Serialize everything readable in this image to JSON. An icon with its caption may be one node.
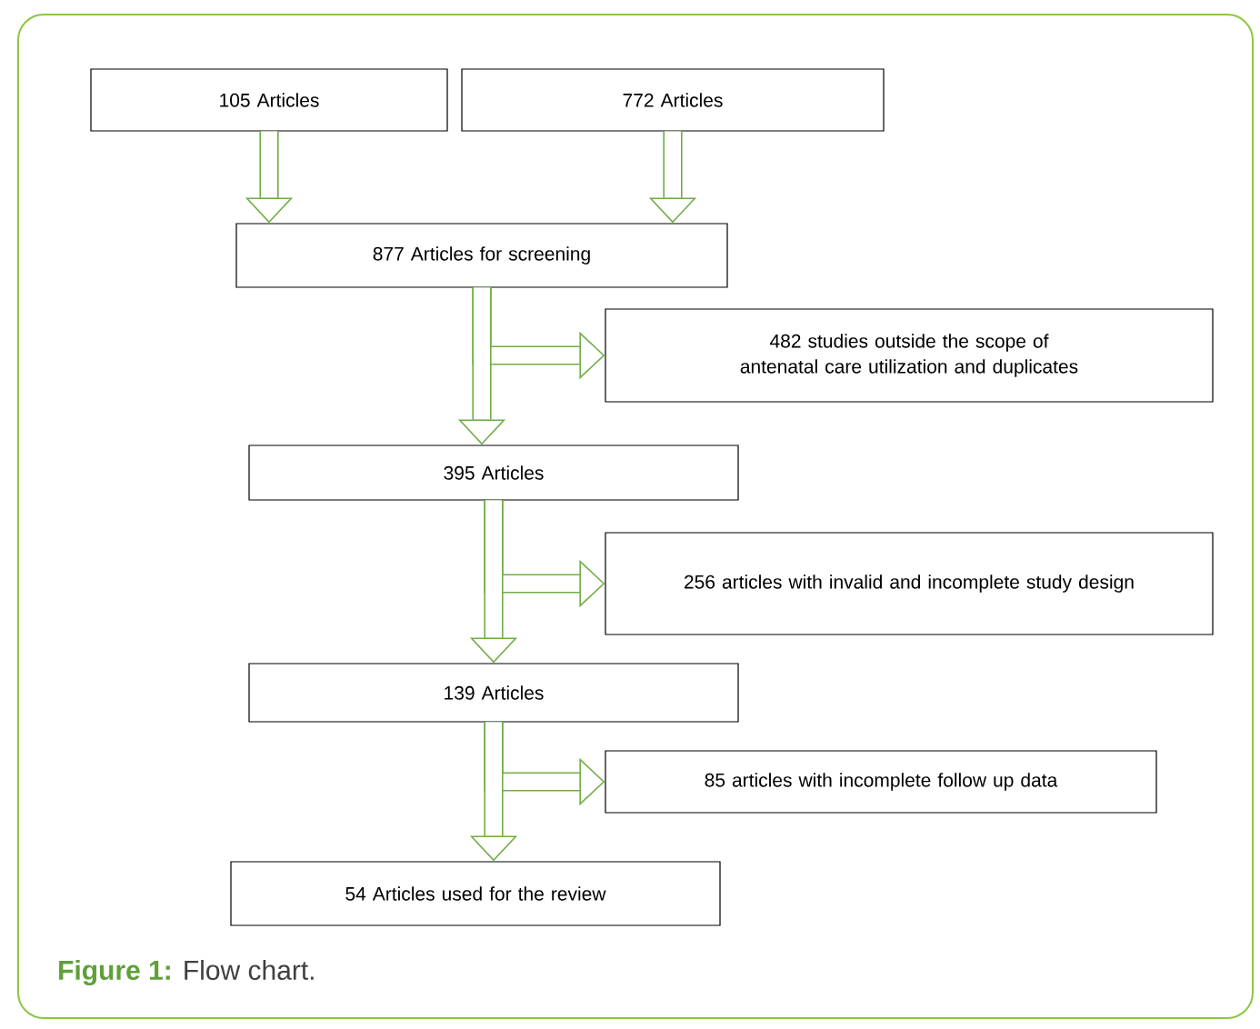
{
  "diagram": {
    "caption": "**Figure 1:** Flow chart.",
    "nodes": [
      {
        "text": [
          "105 Articles"
        ]
      },
      {
        "text": [
          "772 Articles"
        ]
      },
      {
        "text": [
          "877 Articles for screening"
        ]
      },
      {
        "text": [
          "482 studies outside the scope of antenatal care utilization and duplicates"
        ]
      },
      {
        "text": [
          "395 Articles"
        ]
      },
      {
        "text": [
          "256 articles with invalid and incomplete study design"
        ]
      },
      {
        "text": [
          "139 Articles"
        ]
      },
      {
        "text": [
          "85 articles with incomplete follow up data"
        ]
      },
      {
        "text": [
          "54 Articles used for the review"
        ]
      }
    ],
    "edges": [
      {
        "from": 0,
        "to": 2,
        "arrow": "to"
      },
      {
        "from": 1,
        "to": 2,
        "arrow": "to"
      },
      {
        "from": 2,
        "to": 4,
        "arrow": "to"
      },
      {
        "from": 2,
        "to": 3,
        "arrow": "to"
      },
      {
        "from": 4,
        "to": 6,
        "arrow": "to"
      },
      {
        "from": 4,
        "to": 5,
        "arrow": "to"
      },
      {
        "from": 6,
        "to": 8,
        "arrow": "to"
      },
      {
        "from": 6,
        "to": 7,
        "arrow": "to"
      }
    ]
  }
}
